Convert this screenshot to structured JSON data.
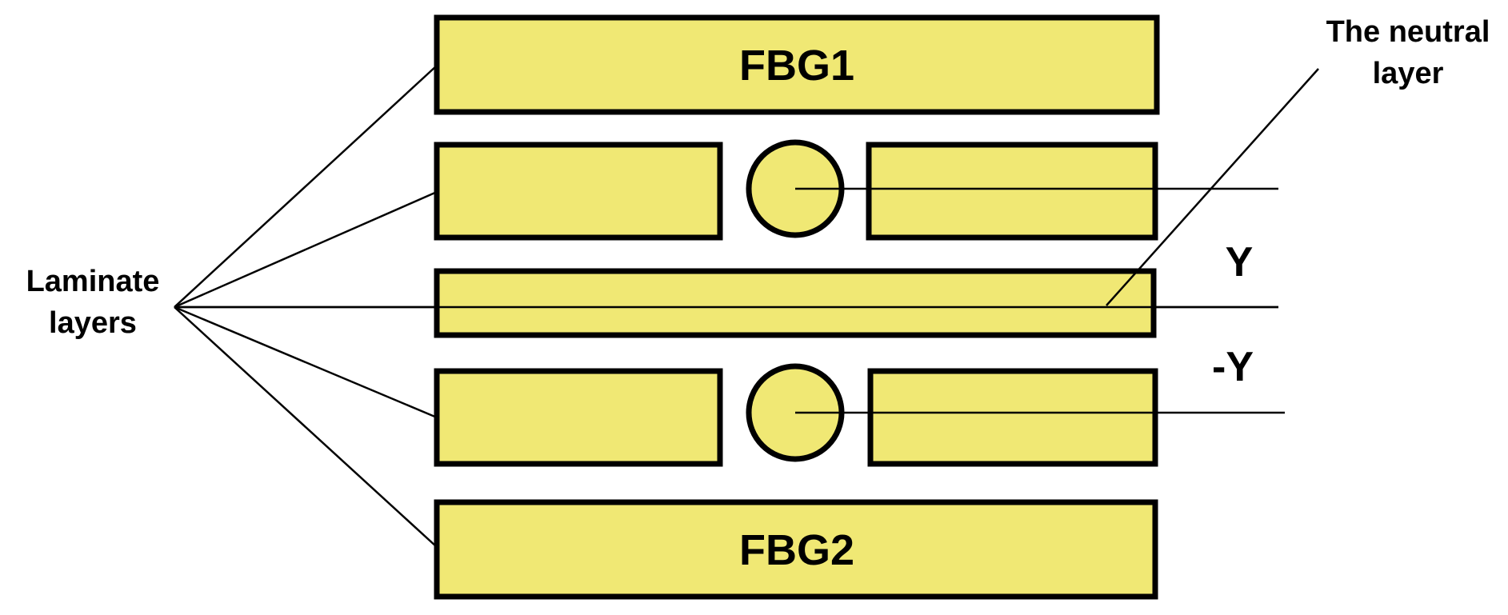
{
  "diagram": {
    "colors": {
      "layer_fill": "#F0E874",
      "stroke": "#000000",
      "background": "#FFFFFF"
    },
    "labels": {
      "fbg1": "FBG1",
      "fbg2": "FBG2",
      "laminate_line1": "Laminate",
      "laminate_line2": "layers",
      "neutral_line1": "The neutral",
      "neutral_line2": "layer",
      "y_axis": "Y",
      "neg_y_axis": "-Y"
    }
  }
}
